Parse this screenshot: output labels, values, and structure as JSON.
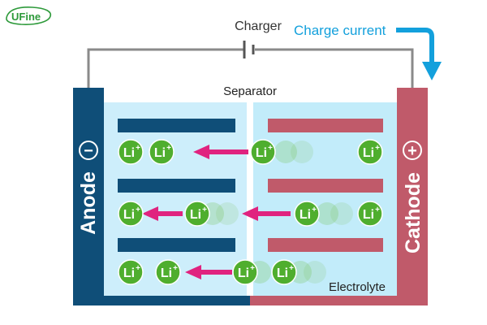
{
  "brand": {
    "name": "UFine",
    "color": "#2e9a3b"
  },
  "labels": {
    "charger": "Charger",
    "charge_current": "Charge current",
    "separator": "Separator",
    "anode": "Anode",
    "cathode": "Cathode",
    "electrolyte": "Electrolyte",
    "anode_sign": "−",
    "cathode_sign": "+"
  },
  "ion": {
    "symbol": "Li",
    "charge": "+"
  },
  "colors": {
    "anode": "#0f4e78",
    "cathode": "#c05a6a",
    "electrolyte_left": "#cdeefb",
    "electrolyte_right": "#c2ecfa",
    "ion": "#4fae2e",
    "arrow": "#e0237f",
    "charge_current": "#13a0dc",
    "wire": "#8a8a8a"
  },
  "icons": {
    "logo": "ufine-logo-icon",
    "charger": "battery-symbol-icon",
    "current_arrow": "current-arrow-icon",
    "migration_arrow": "arrow-left-icon"
  }
}
